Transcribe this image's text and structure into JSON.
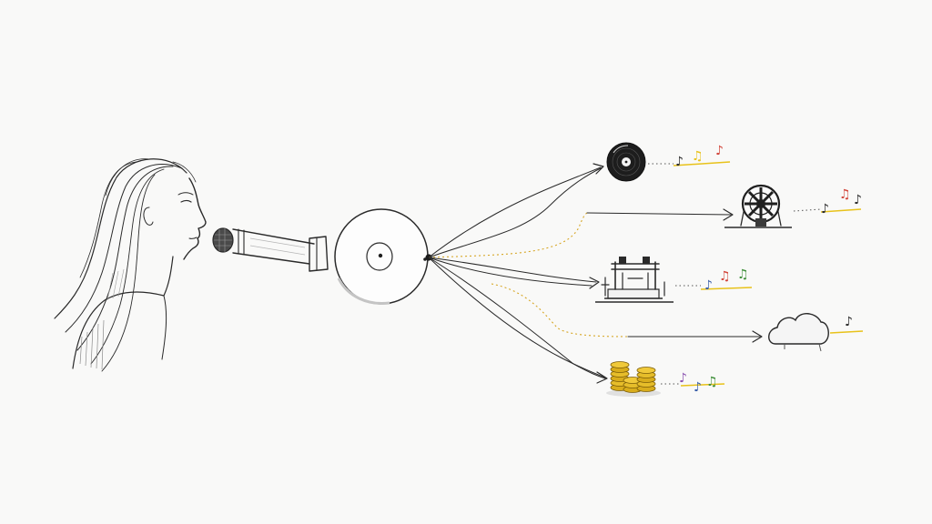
{
  "diagram": {
    "style": "pencil sketch",
    "source": {
      "icon": "singer-icon"
    },
    "microphone": {
      "icon": "microphone-icon"
    },
    "hub": {
      "icon": "vinyl-record-icon"
    },
    "destinations": [
      {
        "icon": "vinyl-record-icon",
        "notes": [
          "♪",
          "♫",
          "♪"
        ],
        "connector": "solid"
      },
      {
        "icon": "film-reel-icon",
        "notes": [
          "♪",
          "♫",
          "♪"
        ],
        "connector": "dotted-yellow"
      },
      {
        "icon": "stage-icon",
        "notes": [
          "♪",
          "♫",
          "♫"
        ],
        "connector": "solid"
      },
      {
        "icon": "cloud-icon",
        "notes": [
          "♪"
        ],
        "connector": "dotted-yellow"
      },
      {
        "icon": "coin-stacks-icon",
        "notes": [
          "♪",
          "♪",
          "♫"
        ],
        "connector": "solid"
      }
    ],
    "colors": {
      "ink": "#2a2a2a",
      "accent_yellow": "#e8c21a",
      "gold": "#d9ad1c",
      "note_red": "#d2453a",
      "note_green": "#3f8f3a",
      "note_blue": "#3a5fa8",
      "note_purple": "#8a52b0",
      "background": "#f9f9f8"
    }
  }
}
